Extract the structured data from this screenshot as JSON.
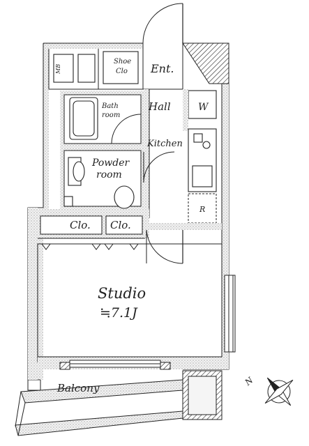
{
  "rooms": {
    "mb": "MB",
    "shoe_clo_line1": "Shoe",
    "shoe_clo_line2": "Clo",
    "ent": "Ent.",
    "hall": "Hall",
    "w": "W",
    "bathroom_line1": "Bath",
    "bathroom_line2": "room",
    "kitchen": "Kitchen",
    "powder_line1": "Powder",
    "powder_line2": "room",
    "r": "R",
    "clo_left": "Clo.",
    "clo_right": "Clo.",
    "studio": "Studio",
    "studio_size": "≒7.1J",
    "balcony": "Balcony"
  },
  "compass": {
    "north": "N"
  }
}
